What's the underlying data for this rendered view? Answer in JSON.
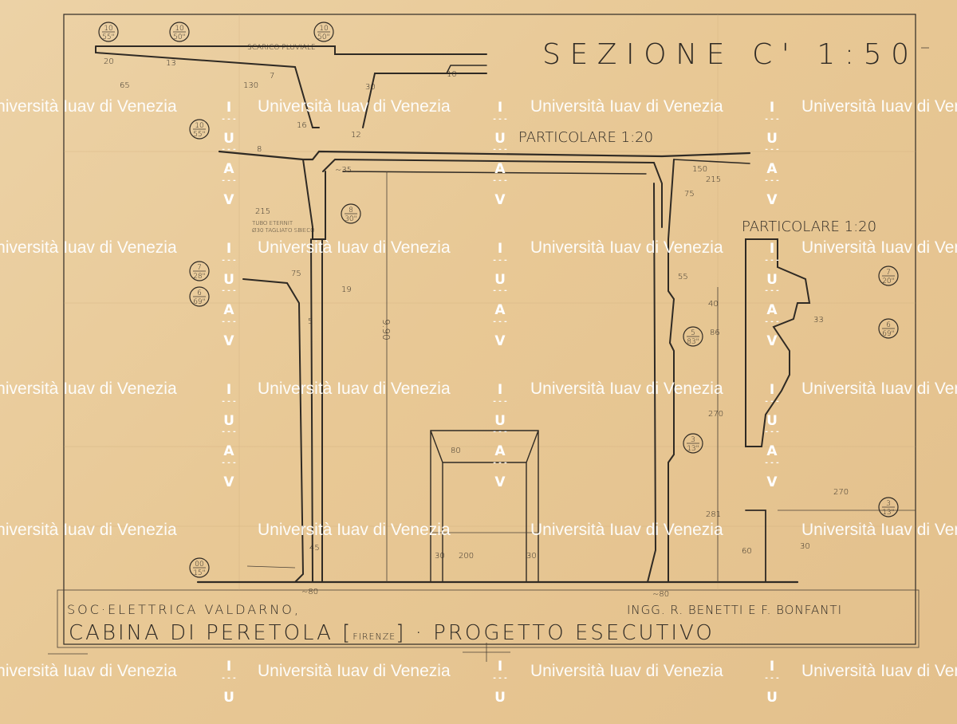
{
  "drawing": {
    "title": "SEZIONE C' 1:50",
    "detail_top": "PARTICOLARE 1:20",
    "detail_right": "PARTICOLARE 1:20",
    "gutter_label": "SCARICO PLUVIALE",
    "pipe_note_1": "TUBO ETERNIT",
    "pipe_note_2": "Ø30 TAGLIATO SBIECO",
    "client": "SOC·ELETTRICA VALDARNO,",
    "engineers": "INGG. R. BENETTI E F. BONFANTI",
    "project_title_a": "CABINA DI PERETOLA [",
    "project_city": "FIRENZE",
    "project_title_b": "] · PROGETTO ESECUTIVO",
    "height_dim": "9.90",
    "dims": {
      "d20": "20",
      "d13": "13",
      "d65": "65",
      "d130": "130",
      "d7": "7",
      "d16": "16",
      "d12": "12",
      "d10": "10",
      "d30": "30",
      "d8": "8",
      "d35": "~35",
      "d215": "215",
      "d75": "75",
      "d45": "45",
      "d80": "80",
      "d200": "200",
      "d150": "150",
      "d55": "55",
      "d40": "40",
      "d86": "86",
      "d270": "270",
      "d281": "281",
      "d60": "60",
      "d33": "33",
      "dn80a": "~80",
      "dn80b": "~80",
      "d19": "19",
      "d5": "5"
    },
    "markers": [
      {
        "top": "10",
        "bottom": "55\""
      },
      {
        "top": "10",
        "bottom": "50\""
      },
      {
        "top": "10",
        "bottom": "50\""
      },
      {
        "top": "10",
        "bottom": "55\""
      },
      {
        "top": "8",
        "bottom": "30\""
      },
      {
        "top": "7",
        "bottom": "28\""
      },
      {
        "top": "6",
        "bottom": "69\""
      },
      {
        "top": "5",
        "bottom": "83\""
      },
      {
        "top": "3",
        "bottom": "13\""
      },
      {
        "top": "7",
        "bottom": "20\""
      },
      {
        "top": "6",
        "bottom": "69\""
      },
      {
        "top": "3",
        "bottom": "13\""
      },
      {
        "top": "00",
        "bottom": "15\""
      }
    ]
  },
  "watermark": {
    "text": "Università Iuav di Venezia",
    "letters": [
      "I",
      "U",
      "A",
      "V"
    ]
  },
  "colors": {
    "paper": "#e8c895",
    "ink": "#2f2a24",
    "watermark": "#ffffff"
  }
}
